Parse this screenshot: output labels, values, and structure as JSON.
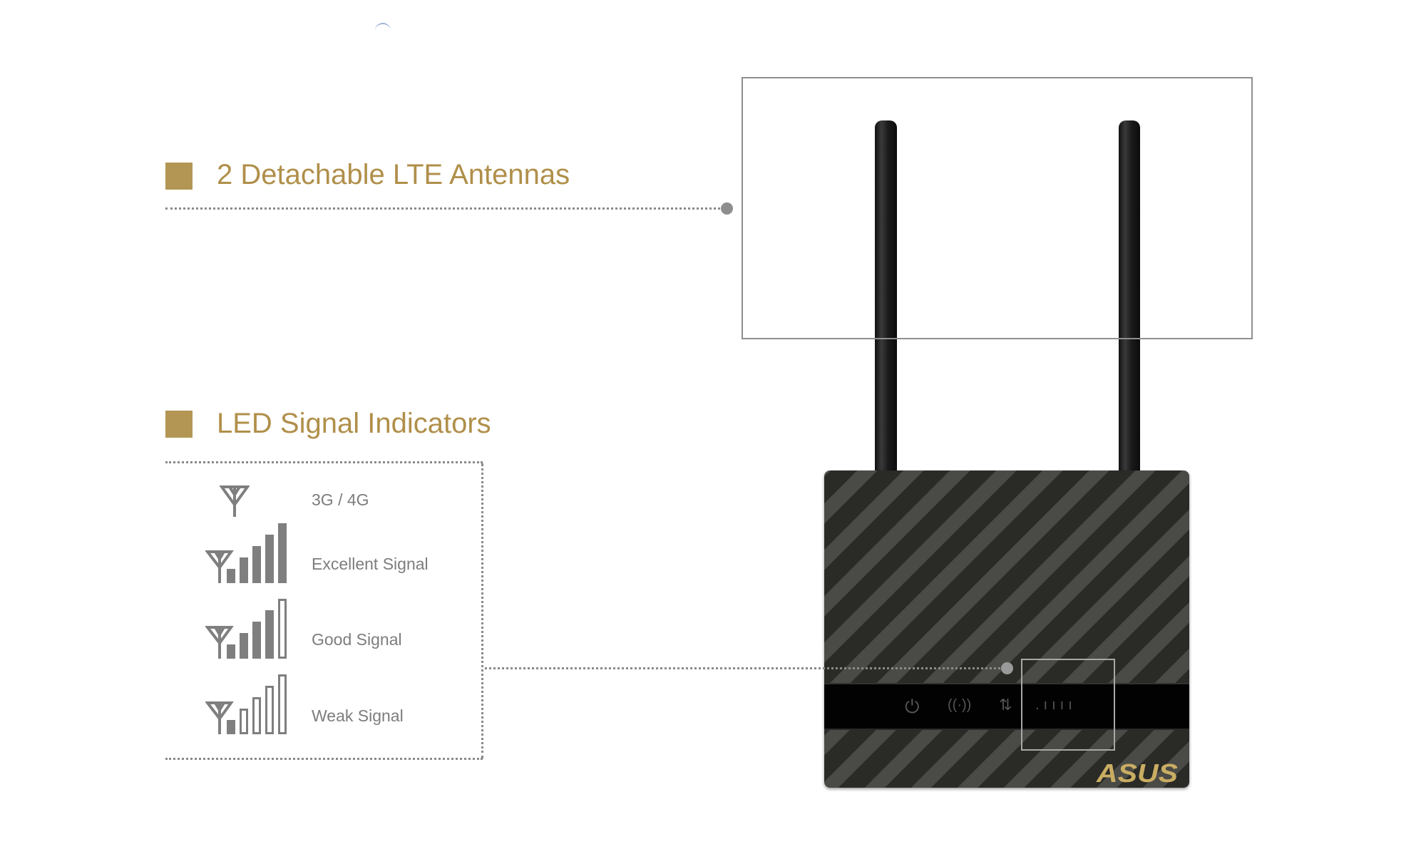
{
  "features": [
    {
      "title": "2 Detachable LTE Antennas"
    },
    {
      "title": "LED Signal Indicators"
    }
  ],
  "led_legend": [
    {
      "label": "3G / 4G",
      "icon": "antenna-icon"
    },
    {
      "label": "Excellent Signal",
      "icon": "signal-5-bars-icon",
      "bars_filled": 5
    },
    {
      "label": "Good Signal",
      "icon": "signal-4-bars-icon",
      "bars_filled": 4
    },
    {
      "label": "Weak Signal",
      "icon": "signal-1-bar-icon",
      "bars_filled": 1
    }
  ],
  "router": {
    "brand": "ASUS",
    "led_icons": [
      "power-icon",
      "wireless-icon",
      "data-icon",
      "signal-leds-icon"
    ]
  },
  "colors": {
    "accent": "#b39654",
    "text": "#7d7d7d",
    "line": "#8a8a8a",
    "logo": "#c9ad62"
  }
}
